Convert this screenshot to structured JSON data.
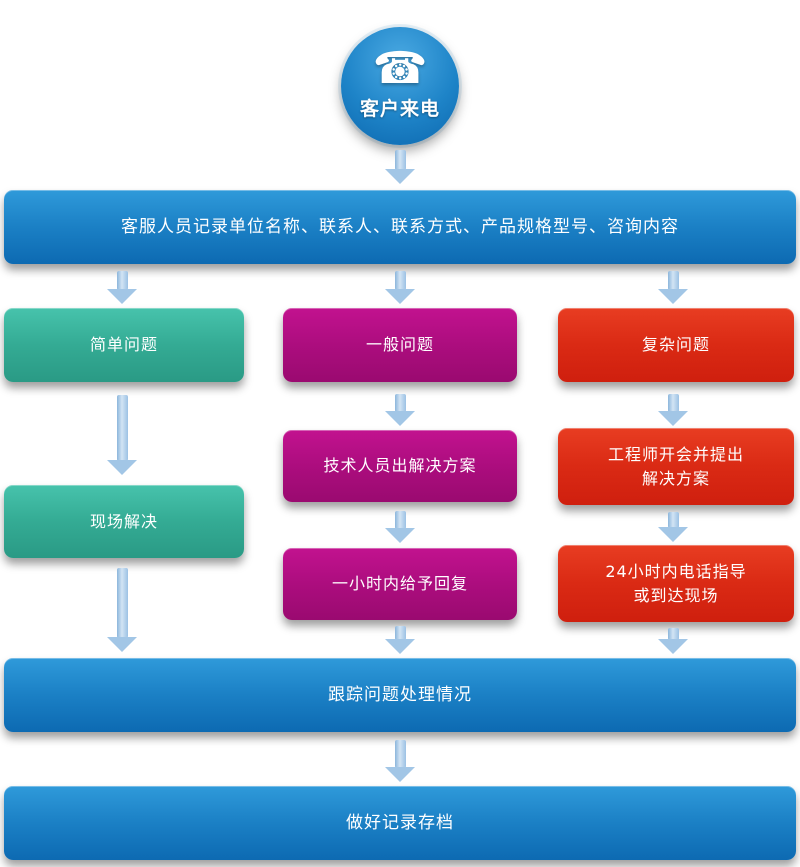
{
  "icons": {
    "phone_glyph": "☎"
  },
  "colors": {
    "blue": "#1377bd",
    "teal": "#31a58f",
    "magenta": "#a90d7c",
    "red": "#d6230f",
    "arrow": "#a2c6e6"
  },
  "flowchart": {
    "start": {
      "label": "客户来电"
    },
    "record": {
      "label": "客服人员记录单位名称、联系人、联系方式、产品规格型号、咨询内容"
    },
    "branches": {
      "simple": {
        "label": "简单问题"
      },
      "general": {
        "label": "一般问题"
      },
      "complex": {
        "label": "复杂问题"
      }
    },
    "steps": {
      "onsite": {
        "label": "现场解决"
      },
      "tech_solution": {
        "label": "技术人员出解决方案"
      },
      "reply_1h": {
        "label": "一小时内给予回复"
      },
      "engineer_meeting": {
        "lines": [
          "工程师开会并提出",
          "解决方案"
        ]
      },
      "phone_guidance": {
        "lines": [
          "24小时内电话指导",
          "或到达现场"
        ]
      }
    },
    "track": {
      "label": "跟踪问题处理情况"
    },
    "archive": {
      "label": "做好记录存档"
    }
  }
}
